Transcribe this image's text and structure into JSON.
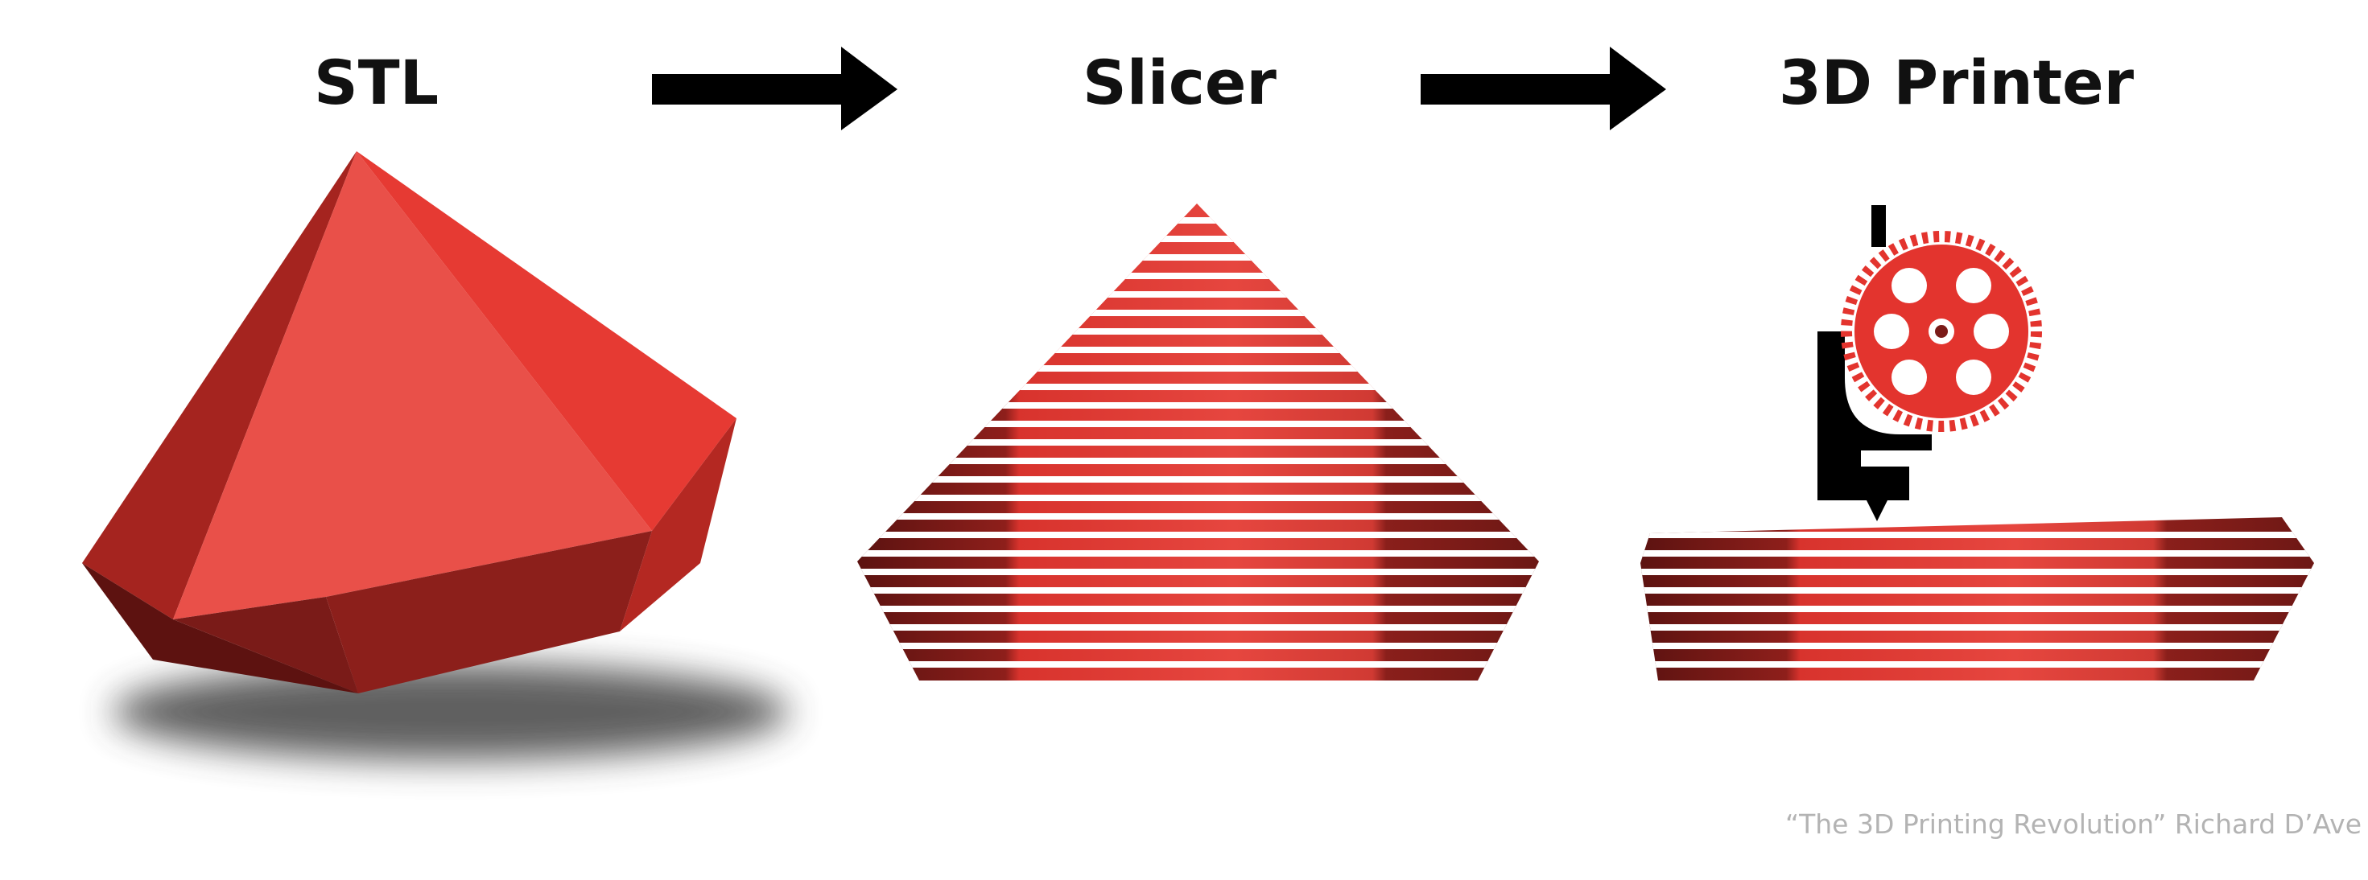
{
  "stages": {
    "stl": "STL",
    "slicer": "Slicer",
    "printer": "3D Printer"
  },
  "credit": "“The 3D Printing Revolution” Richard D’Ave",
  "colors": {
    "red_main": "#e8453c",
    "red_light": "#ee5550",
    "red_mid": "#d23630",
    "red_dark": "#a82824",
    "red_darker": "#7d1a17",
    "black": "#000000",
    "shadow": "#555555",
    "caption_gray": "#b3b3b3"
  },
  "icons": [
    "right-arrow-icon",
    "gear-icon",
    "extruder-nozzle-icon"
  ]
}
